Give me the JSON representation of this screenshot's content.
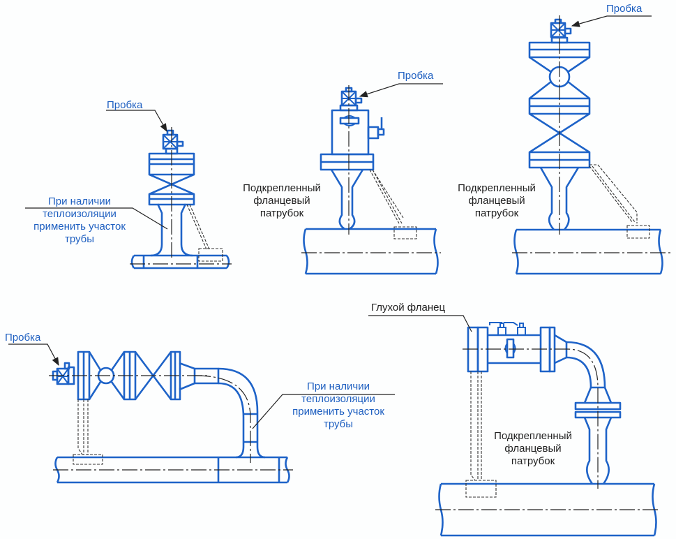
{
  "diagram": {
    "title": "Pipe branch connections reinforcement diagrams",
    "colors": {
      "line": "#1e63c8",
      "label_blue": "#1e5fc0",
      "label_dark": "#222222",
      "leader": "#222222"
    },
    "figures": [
      {
        "id": "fig-1",
        "labels": {
          "plug": "Пробка",
          "insulation": [
            "При наличии",
            "теплоизоляции",
            "применить участок",
            "трубы"
          ]
        }
      },
      {
        "id": "fig-2",
        "labels": {
          "plug": "Пробка",
          "nozzle": [
            "Подкрепленный",
            "фланцевый",
            "патрубок"
          ]
        }
      },
      {
        "id": "fig-3",
        "labels": {
          "plug": "Пробка",
          "nozzle": [
            "Подкрепленный",
            "фланцевый",
            "патрубок"
          ]
        }
      },
      {
        "id": "fig-4",
        "labels": {
          "plug": "Пробка",
          "insulation": [
            "При наличии",
            "теплоизоляции",
            "применить участок",
            "трубы"
          ]
        }
      },
      {
        "id": "fig-5",
        "labels": {
          "blind_flange": "Глухой фланец",
          "nozzle": [
            "Подкрепленный",
            "фланцевый",
            "патрубок"
          ]
        }
      }
    ]
  }
}
